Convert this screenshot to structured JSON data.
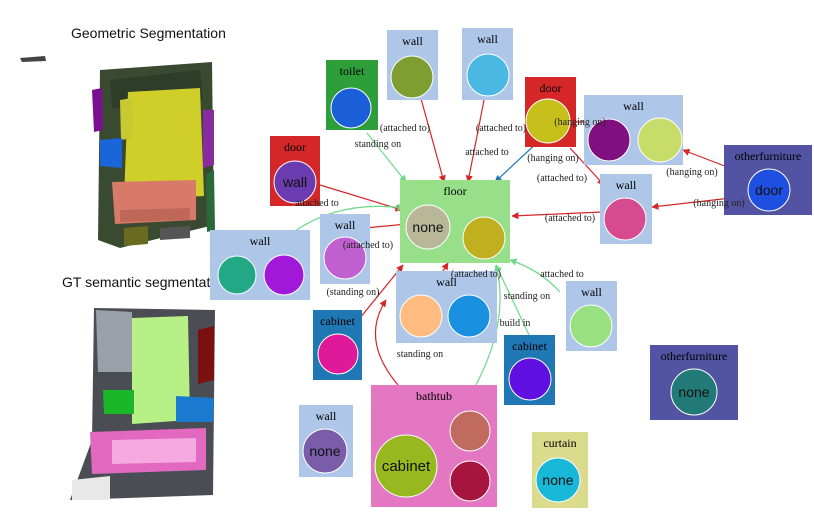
{
  "panel_titles": {
    "geometric": "Geometric Segmentation",
    "semantic": "GT  semantic segmentation"
  },
  "nodes": [
    {
      "id": "toilet",
      "label": "toilet",
      "bg": "#2e9e3a",
      "circles": [
        {
          "color": "#1a5ed8",
          "text": ""
        }
      ]
    },
    {
      "id": "wall_top1",
      "label": "wall",
      "bg": "#aec6e8",
      "circles": [
        {
          "color": "#7e9e32",
          "text": ""
        }
      ]
    },
    {
      "id": "wall_top2",
      "label": "wall",
      "bg": "#aec6e8",
      "circles": [
        {
          "color": "#4ab8e2",
          "text": ""
        }
      ]
    },
    {
      "id": "door_top",
      "label": "door",
      "bg": "#d62728",
      "circles": [
        {
          "color": "#c8c01a",
          "text": ""
        }
      ]
    },
    {
      "id": "wall_right_top",
      "label": "wall",
      "bg": "#aec6e8",
      "circles": [
        {
          "color": "#800f80",
          "text": ""
        },
        {
          "color": "#c8dc6a",
          "text": ""
        }
      ]
    },
    {
      "id": "otherfurniture_door",
      "label": "otherfurniture",
      "bg": "#5254a3",
      "circles": [
        {
          "color": "#1f4fe0",
          "text": "door"
        }
      ]
    },
    {
      "id": "door_left",
      "label": "door",
      "bg": "#d62728",
      "circles": [
        {
          "color": "#6a3cb0",
          "text": "wall"
        }
      ]
    },
    {
      "id": "floor",
      "label": "floor",
      "bg": "#98df8a",
      "circles": [
        {
          "color": "#b8b898",
          "text": "none"
        },
        {
          "color": "#c0b020",
          "text": ""
        }
      ]
    },
    {
      "id": "wall_mid_right",
      "label": "wall",
      "bg": "#aec6e8",
      "circles": [
        {
          "color": "#d64a90",
          "text": ""
        }
      ]
    },
    {
      "id": "wall_left",
      "label": "wall",
      "bg": "#aec6e8",
      "circles": [
        {
          "color": "#22a884",
          "text": ""
        },
        {
          "color": "#a218d8",
          "text": ""
        }
      ]
    },
    {
      "id": "wall_center_left",
      "label": "wall",
      "bg": "#aec6e8",
      "circles": [
        {
          "color": "#c060d0",
          "text": ""
        }
      ]
    },
    {
      "id": "wall_center",
      "label": "wall",
      "bg": "#aec6e8",
      "circles": [
        {
          "color": "#ffbb80",
          "text": ""
        },
        {
          "color": "#1a90e0",
          "text": ""
        }
      ]
    },
    {
      "id": "wall_right_mid",
      "label": "wall",
      "bg": "#aec6e8",
      "circles": [
        {
          "color": "#98e080",
          "text": ""
        }
      ]
    },
    {
      "id": "cabinet_left",
      "label": "cabinet",
      "bg": "#1f77b4",
      "circles": [
        {
          "color": "#e0189a",
          "text": ""
        }
      ]
    },
    {
      "id": "cabinet_mid",
      "label": "cabinet",
      "bg": "#1f77b4",
      "circles": [
        {
          "color": "#6010e0",
          "text": ""
        }
      ]
    },
    {
      "id": "otherfurniture_none",
      "label": "otherfurniture",
      "bg": "#5254a3",
      "circles": [
        {
          "color": "#217a78",
          "text": "none"
        }
      ]
    },
    {
      "id": "wall_bottom",
      "label": "wall",
      "bg": "#aec6e8",
      "circles": [
        {
          "color": "#7a5ca8",
          "text": "none"
        }
      ]
    },
    {
      "id": "bathtub",
      "label": "bathtub",
      "bg": "#e377c2",
      "circles": [
        {
          "color": "#98b820",
          "text": "cabinet"
        },
        {
          "color": "#c06a60",
          "text": ""
        },
        {
          "color": "#a81440",
          "text": ""
        }
      ]
    },
    {
      "id": "curtain",
      "label": "curtain",
      "bg": "#dbdb8d",
      "circles": [
        {
          "color": "#18b8d8",
          "text": "none"
        }
      ]
    }
  ],
  "edges": [
    {
      "from": "toilet",
      "to": "floor",
      "color": "#6cd98a"
    },
    {
      "from": "wall_top1",
      "to": "floor",
      "color": "#d62728"
    },
    {
      "from": "wall_top2",
      "to": "floor",
      "color": "#d62728"
    },
    {
      "from": "door_top",
      "to": "floor",
      "color": "#1f77b4"
    },
    {
      "from": "door_top",
      "to": "wall_right_top",
      "color": "#d62728"
    },
    {
      "from": "door_top",
      "to": "wall_mid_right",
      "color": "#d62728"
    },
    {
      "from": "otherfurniture_door",
      "to": "wall_right_top",
      "color": "#d62728"
    },
    {
      "from": "otherfurniture_door",
      "to": "wall_mid_right",
      "color": "#d62728"
    },
    {
      "from": "wall_mid_right",
      "to": "floor",
      "color": "#d62728"
    },
    {
      "from": "door_left",
      "to": "floor",
      "color": "#d62728"
    },
    {
      "from": "wall_left",
      "to": "floor",
      "color": "#6cd98a"
    },
    {
      "from": "wall_center_left",
      "to": "floor",
      "color": "#d62728"
    },
    {
      "from": "wall_center",
      "to": "floor",
      "color": "#d62728"
    },
    {
      "from": "wall_right_mid",
      "to": "floor",
      "color": "#6cd98a"
    },
    {
      "from": "cabinet_left",
      "to": "floor",
      "color": "#d62728"
    },
    {
      "from": "cabinet_mid",
      "to": "floor",
      "color": "#6cd98a"
    },
    {
      "from": "bathtub",
      "to": "floor",
      "color": "#d62728"
    },
    {
      "from": "bathtub",
      "to": "floor",
      "color": "#6cd98a"
    }
  ],
  "edge_labels": [
    "(attached to)",
    "standing on",
    "(attached to)",
    "attached to",
    "(hanging on)",
    "(hanging on)",
    "(attached to)",
    "(hanging on)",
    "(hanging on)",
    "(attached to)",
    "attached to",
    "(attached to)",
    "(attached to)",
    "attached to",
    "(standing on)",
    "standing on",
    "build in",
    "standing on"
  ]
}
